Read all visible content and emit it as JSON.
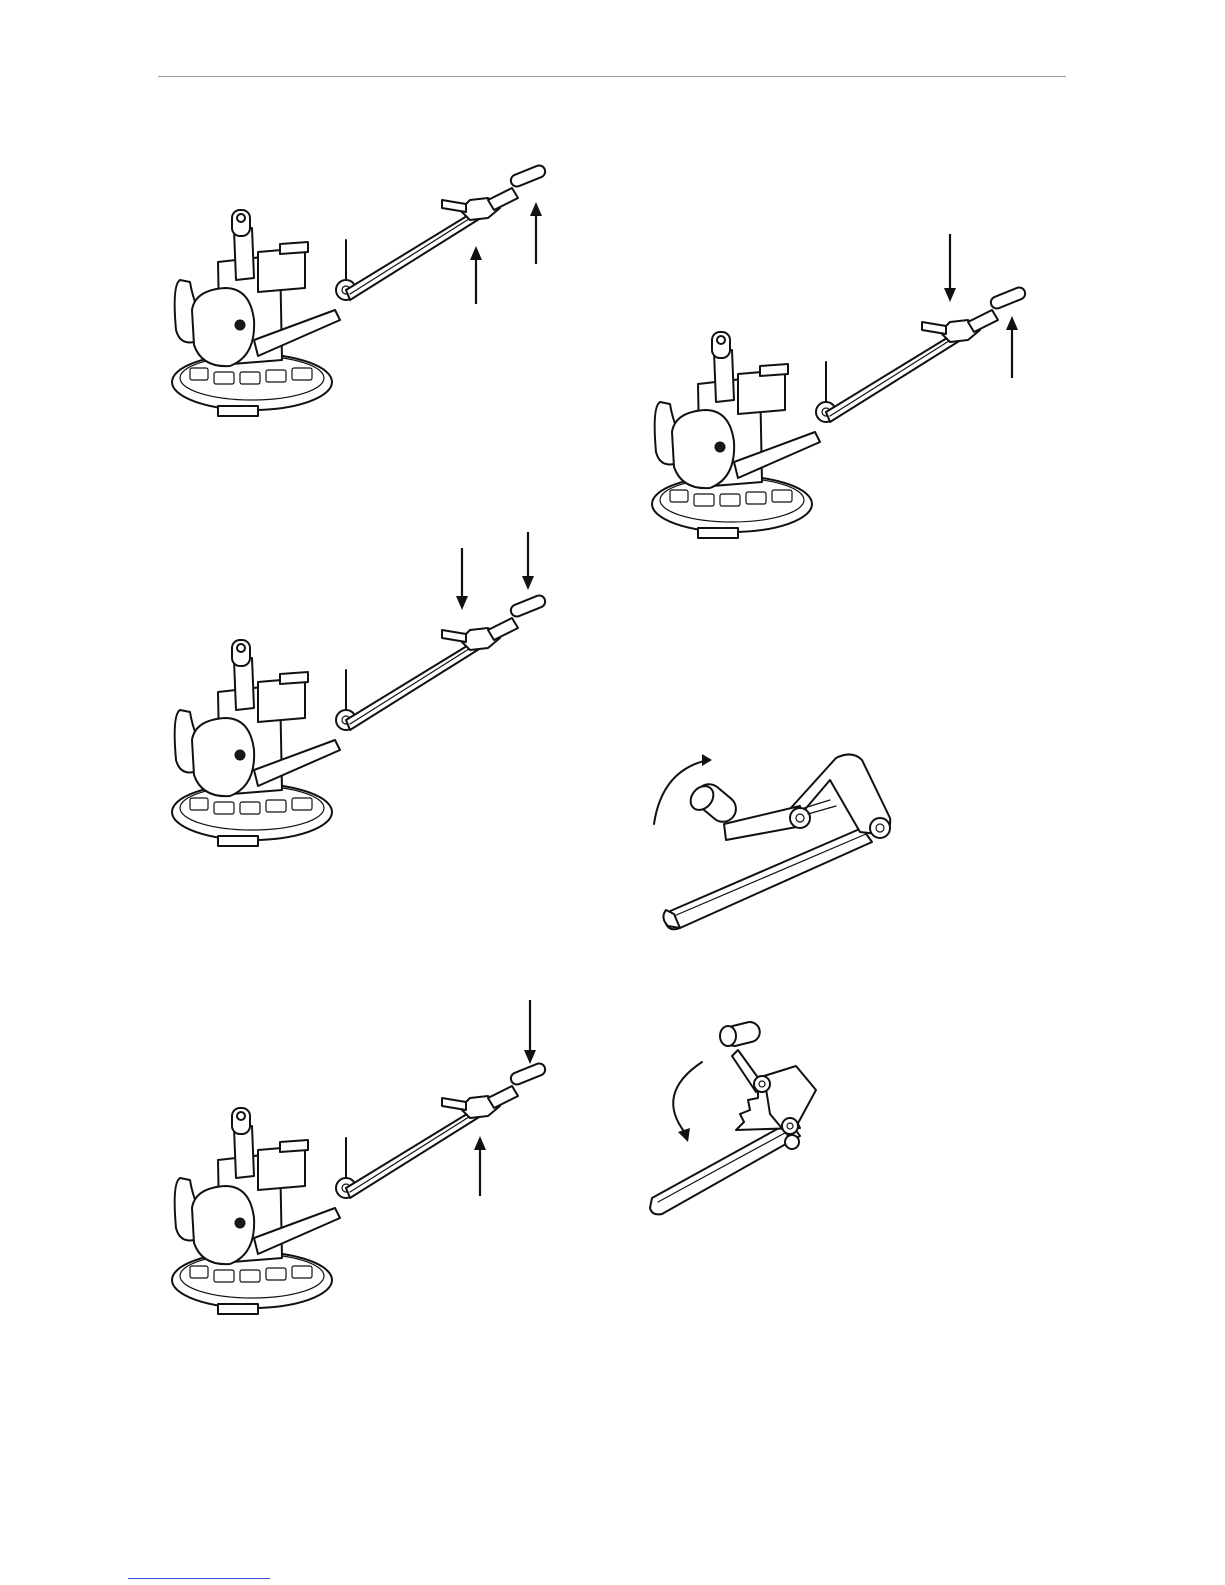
{
  "page": {
    "figures": [
      {
        "id": "trowel-1",
        "arrows": [
          "up",
          "up"
        ]
      },
      {
        "id": "trowel-2",
        "arrows": [
          "down",
          "up"
        ]
      },
      {
        "id": "trowel-3",
        "arrows": [
          "down",
          "down"
        ]
      },
      {
        "id": "trowel-4",
        "arrows": [
          "up",
          "down"
        ]
      },
      {
        "id": "lever-detail-1",
        "rotation": "clockwise"
      },
      {
        "id": "lever-detail-2",
        "rotation": "counterclockwise"
      }
    ]
  }
}
